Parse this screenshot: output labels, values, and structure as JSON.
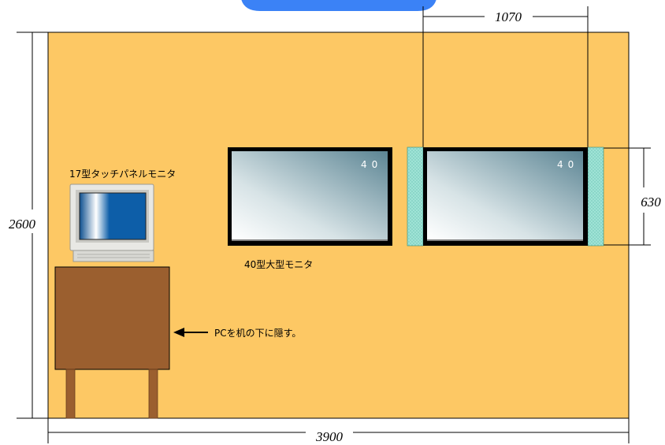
{
  "header_tab": {
    "color": "#3b82f6"
  },
  "colors": {
    "wall": "#fdc864",
    "desk": "#9b5f2f",
    "panel_screen_dark": "#5c8594",
    "spacer": "#9fe3d6"
  },
  "dimensions": {
    "total_width": "3900",
    "total_height": "2600",
    "monitor_width": "1070",
    "monitor_height": "630"
  },
  "labels": {
    "touch_monitor": "17型タッチパネルモニタ",
    "large_monitor": "40型大型モニタ",
    "pc_note": "PCを机の下に隠す。"
  },
  "screens": [
    {
      "number": "40"
    },
    {
      "number": "40"
    }
  ]
}
